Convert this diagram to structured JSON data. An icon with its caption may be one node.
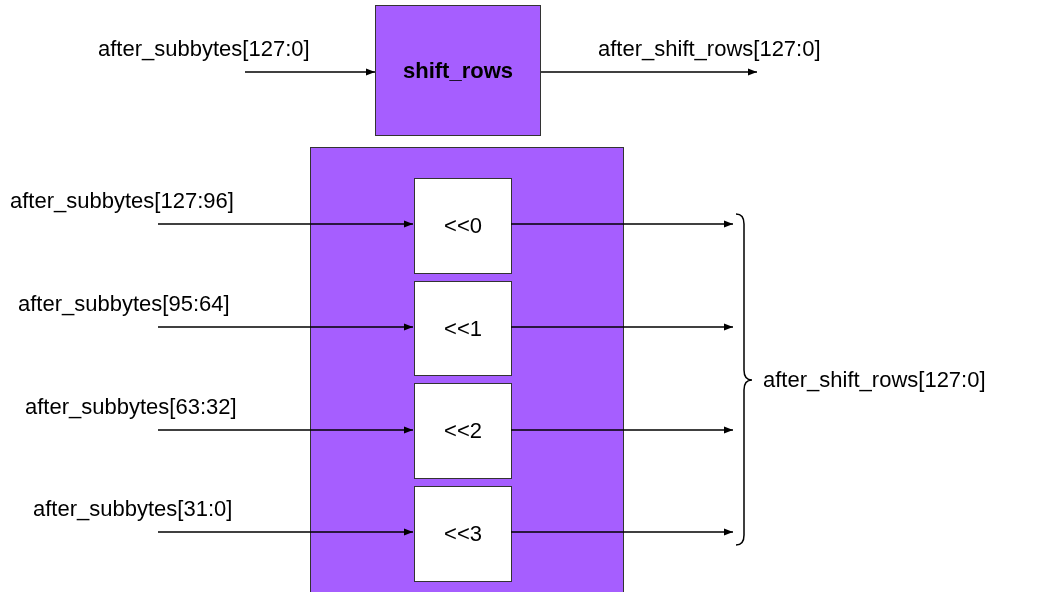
{
  "diagram": {
    "nodes": [
      {
        "text": [
          "shift_rows"
        ]
      },
      {
        "text": [],
        "shape": "box"
      },
      {
        "text": [
          "<<0"
        ],
        "in": 1
      },
      {
        "text": [
          "<<1"
        ],
        "in": 1
      },
      {
        "text": [
          "<<2"
        ],
        "in": 1
      },
      {
        "text": [
          "<<3"
        ],
        "in": 1
      },
      {
        "text": [
          "after_shift_rows[127:0]"
        ]
      }
    ],
    "edges": [
      {
        "from": null,
        "to": 0,
        "arrow": "to",
        "label": "after_subbytes[127:0]"
      },
      {
        "from": 0,
        "to": null,
        "arrow": "to",
        "label": "after_shift_rows[127:0]"
      },
      {
        "from": null,
        "to": 2,
        "arrow": "to",
        "label": "after_subbytes[127:96]"
      },
      {
        "from": null,
        "to": 3,
        "arrow": "to",
        "label": "after_subbytes[95:64]"
      },
      {
        "from": null,
        "to": 4,
        "arrow": "to",
        "label": "after_subbytes[63:32]"
      },
      {
        "from": null,
        "to": 5,
        "arrow": "to",
        "label": "after_subbytes[31:0]"
      },
      {
        "from": 2,
        "to": 6,
        "arrow": "to"
      },
      {
        "from": 3,
        "to": 6,
        "arrow": "to"
      },
      {
        "from": 4,
        "to": 6,
        "arrow": "to"
      },
      {
        "from": 5,
        "to": 6,
        "arrow": "to"
      }
    ]
  }
}
